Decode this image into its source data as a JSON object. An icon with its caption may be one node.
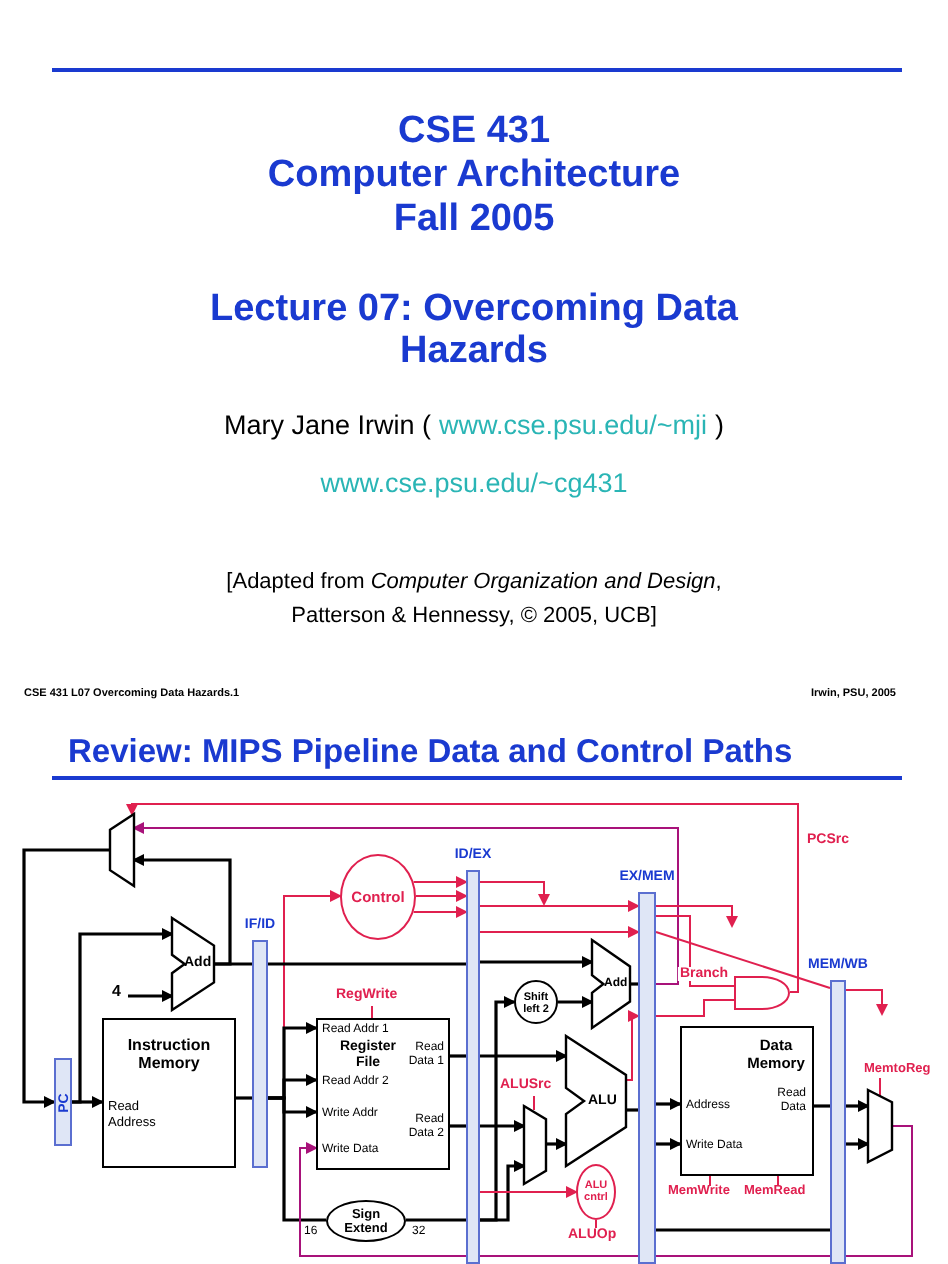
{
  "diagram": {
    "title": "Review: MIPS Pipeline Data and Control Paths",
    "nodes": [
      {
        "text": [
          "PC"
        ]
      },
      {
        "text": [],
        "shape": "trapezoid"
      },
      {
        "text": [
          "Add"
        ]
      },
      {
        "text": [
          "4"
        ]
      },
      {
        "text": [
          "Instruction Memory",
          "Read Address"
        ]
      },
      {
        "text": [
          "IF/ID"
        ]
      },
      {
        "text": [
          "Control"
        ]
      },
      {
        "text": [
          "Read Addr 1",
          "Register File",
          "Read Data 1",
          "Read Addr 2",
          "Write Addr",
          "Read Data 2",
          "Write Data"
        ],
        "beside": [
          "RegWrite"
        ]
      },
      {
        "text": [
          "Sign Extend"
        ],
        "beside": [
          "16",
          "32"
        ]
      },
      {
        "text": [
          "ID/EX"
        ]
      },
      {
        "text": [
          "Shift left 2"
        ]
      },
      {
        "text": [
          "Add"
        ]
      },
      {
        "text": [
          "ALU"
        ]
      },
      {
        "text": [],
        "shape": "trapezoid",
        "beside": [
          "ALUSrc"
        ]
      },
      {
        "text": [
          "ALU cntrl"
        ],
        "beside": [
          "ALUOp"
        ]
      },
      {
        "text": [
          "EX/MEM"
        ]
      },
      {
        "text": [],
        "shape": "gate"
      },
      {
        "text": [
          "Data Memory",
          "Read Data",
          "Address",
          "Write Data"
        ],
        "beside": [
          "MemWrite",
          "MemRead"
        ]
      },
      {
        "text": [
          "MEM/WB"
        ]
      },
      {
        "text": [],
        "shape": "trapezoid",
        "beside": [
          "MemtoReg"
        ]
      }
    ],
    "edges": [
      {
        "from": 0,
        "to": 4,
        "arrow": "to"
      },
      {
        "from": 0,
        "to": 2,
        "arrow": "to"
      },
      {
        "from": 3,
        "to": 2,
        "arrow": "to"
      },
      {
        "from": 2,
        "to": 1,
        "arrow": "to"
      },
      {
        "from": 1,
        "to": 0,
        "arrow": "to"
      },
      {
        "from": 2,
        "to": 5,
        "arrow": "none"
      },
      {
        "from": 4,
        "to": 5,
        "arrow": "none"
      },
      {
        "from": 5,
        "to": 6,
        "arrow": "to",
        "color": "#e0204f"
      },
      {
        "from": 5,
        "to": 7,
        "arrow": "to"
      },
      {
        "from": 5,
        "to": 7,
        "arrow": "to"
      },
      {
        "from": 5,
        "to": 7,
        "arrow": "to"
      },
      {
        "from": 5,
        "to": 8,
        "arrow": "none"
      },
      {
        "from": 6,
        "to": 9,
        "arrow": "to",
        "color": "#e0204f"
      },
      {
        "from": 6,
        "to": 9,
        "arrow": "to",
        "color": "#e0204f"
      },
      {
        "from": 6,
        "to": 9,
        "arrow": "to",
        "color": "#e0204f"
      },
      {
        "from": 7,
        "to": 9,
        "arrow": "none"
      },
      {
        "from": 7,
        "to": 9,
        "arrow": "none"
      },
      {
        "from": 8,
        "to": 9,
        "arrow": "none"
      },
      {
        "from": 5,
        "to": 9,
        "arrow": "none"
      },
      {
        "from": 9,
        "to": 11,
        "arrow": "to"
      },
      {
        "from": 9,
        "to": 10,
        "arrow": "to"
      },
      {
        "from": 10,
        "to": 11,
        "arrow": "to"
      },
      {
        "from": 9,
        "to": 12,
        "arrow": "to"
      },
      {
        "from": 9,
        "to": 13,
        "arrow": "to"
      },
      {
        "from": 9,
        "to": 13,
        "arrow": "to"
      },
      {
        "from": 13,
        "to": 12,
        "arrow": "to"
      },
      {
        "from": 9,
        "to": 14,
        "arrow": "to",
        "color": "#e0204f"
      },
      {
        "from": 11,
        "to": 15,
        "arrow": "none"
      },
      {
        "from": 12,
        "to": 15,
        "arrow": "none"
      },
      {
        "from": 12,
        "to": 15,
        "arrow": "to",
        "color": "#e0204f"
      },
      {
        "from": 15,
        "to": 1,
        "arrow": "to",
        "color": "#a8127a"
      },
      {
        "from": 15,
        "to": 16,
        "arrow": "none",
        "color": "#e0204f"
      },
      {
        "from": 15,
        "to": 16,
        "arrow": "none",
        "color": "#e0204f",
        "label": "Branch"
      },
      {
        "from": 16,
        "to": 1,
        "arrow": "to",
        "color": "#e0204f",
        "label": "PCSrc"
      },
      {
        "from": 15,
        "to": 17,
        "arrow": "to"
      },
      {
        "from": 15,
        "to": 17,
        "arrow": "to"
      },
      {
        "from": 9,
        "to": 15,
        "arrow": "to",
        "color": "#e0204f"
      },
      {
        "from": 9,
        "to": 15,
        "arrow": "to",
        "color": "#e0204f"
      },
      {
        "from": 9,
        "to": null,
        "arrow": "to",
        "color": "#e0204f"
      },
      {
        "from": 15,
        "to": 18,
        "arrow": "none",
        "color": "#e0204f"
      },
      {
        "from": 15,
        "to": null,
        "arrow": "to",
        "color": "#e0204f"
      },
      {
        "from": 17,
        "to": 18,
        "arrow": "none"
      },
      {
        "from": 15,
        "to": 18,
        "arrow": "none"
      },
      {
        "from": 18,
        "to": 19,
        "arrow": "to"
      },
      {
        "from": 18,
        "to": 19,
        "arrow": "to"
      },
      {
        "from": 18,
        "to": null,
        "arrow": "to",
        "color": "#e0204f"
      },
      {
        "from": 19,
        "to": 7,
        "arrow": "to",
        "color": "#a8127a"
      }
    ],
    "labels": [
      "CSE 431",
      "Computer Architecture",
      "Fall 2005",
      "Lecture 07: Overcoming Data Hazards",
      "Mary Jane Irwin (",
      "www.cse.psu.edu/~mji",
      ")",
      "www.cse.psu.edu/~cg431",
      "[Adapted from *Computer Organization and Design*, Patterson & Hennessy, © 2005, UCB]",
      "CSE 431 L07 Overcoming Data Hazards.1",
      "Irwin, PSU, 2005"
    ]
  }
}
